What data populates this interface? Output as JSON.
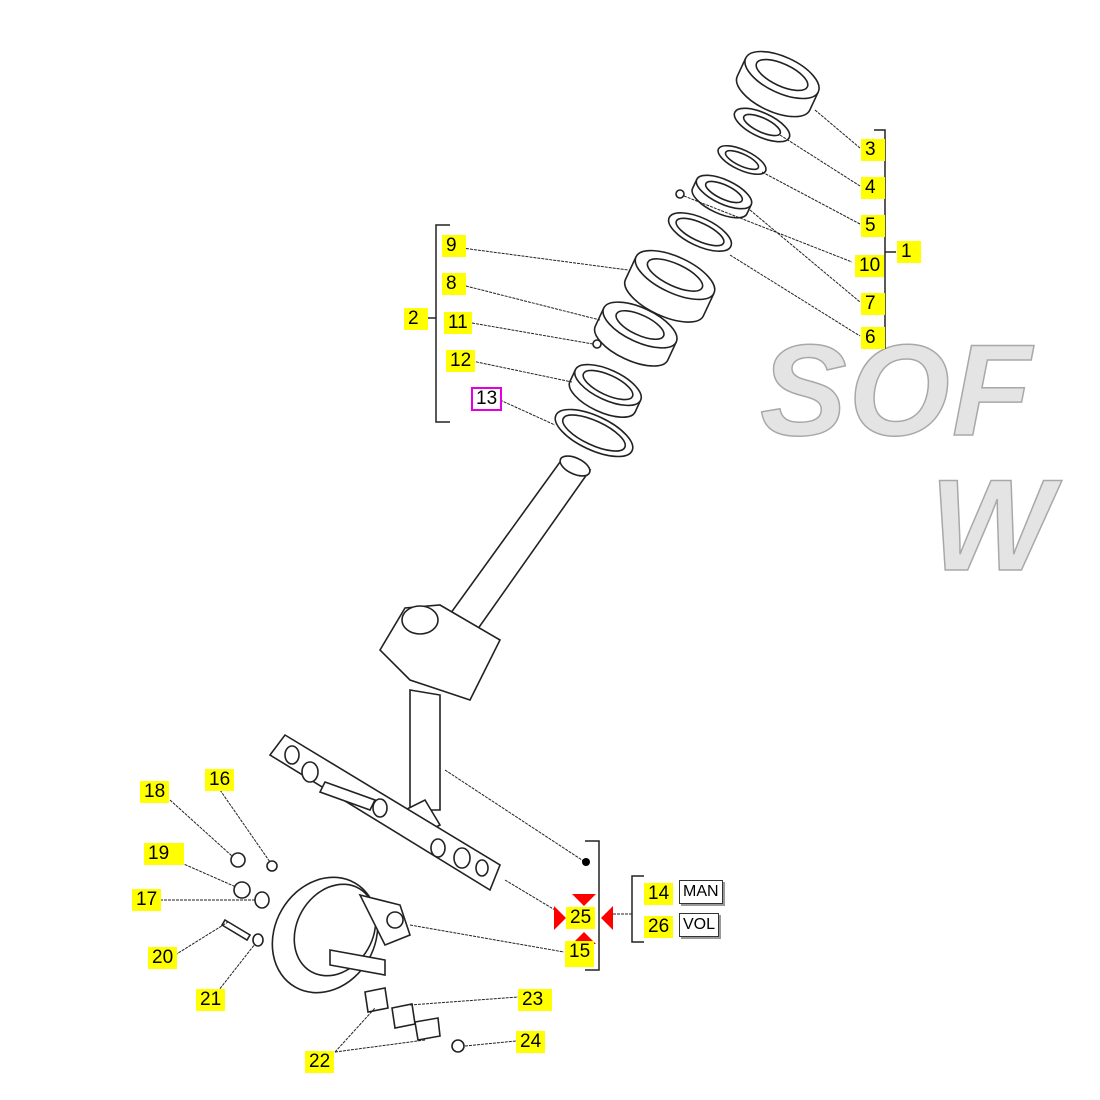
{
  "diagram": {
    "callouts": {
      "c1": "1",
      "c2": "2",
      "c3": "3",
      "c4": "4",
      "c5": "5",
      "c6": "6",
      "c7": "7",
      "c8": "8",
      "c9": "9",
      "c10": "10",
      "c11": "11",
      "c12": "12",
      "c13": "13",
      "c14": "14",
      "c15": "15",
      "c16": "16",
      "c17": "17",
      "c18": "18",
      "c19": "19",
      "c20": "20",
      "c21": "21",
      "c22": "22",
      "c23": "23",
      "c24": "24",
      "c25": "25",
      "c26": "26"
    },
    "selected_callout": "13",
    "variants": {
      "man": "MAN",
      "vol": "VOL"
    },
    "watermark": {
      "line1": "SOF",
      "line2": "W"
    },
    "colors": {
      "highlight": "#ffff00",
      "selected_border": "#e000e0",
      "marker": "#ff0000"
    }
  }
}
